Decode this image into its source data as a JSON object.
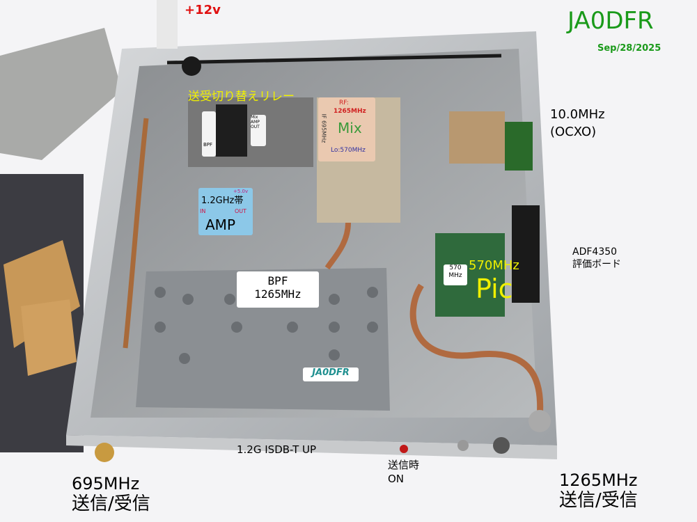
{
  "annotations": {
    "power": "+12v",
    "callsign": "JA0DFR",
    "date": "Sep/28/2025",
    "ocxo_line1": "10.0MHz",
    "ocxo_line2": "(OCXO)",
    "relay": "送受切り替えリレー",
    "adf_line1": "ADF4350",
    "adf_line2": "評価ボード",
    "pic_freq": "570MHz",
    "pic": "Pic",
    "title": "1.2G ISDB-T UP",
    "tx_line1": "送信時",
    "tx_line2": "ON",
    "left_port_freq": "695MHz",
    "left_port_role": "送信/受信",
    "right_port_freq": "1265MHz",
    "right_port_role": "送信/受信"
  },
  "mixer_label": {
    "rf": "RF:",
    "rf_freq": "1265MHz",
    "if": "IF 695MHz",
    "name": "Mix",
    "lo": "Lo:570MHz"
  },
  "amp_label": {
    "voltage": "+5.0v",
    "band": "1.2GHz帯",
    "in": "IN",
    "out": "OUT",
    "name": "AMP"
  },
  "bpf_label": {
    "name": "BPF",
    "freq": "1265MHz",
    "sticker": "JA0DFR"
  },
  "relay_labels": {
    "left": "BPF",
    "right": "Mix AMP OUT"
  },
  "pic_display": {
    "line1": "570",
    "line2": "MHz"
  },
  "colors": {
    "callsign": "#1a9a1a",
    "power": "#e01010",
    "highlight": "#f0f000"
  }
}
